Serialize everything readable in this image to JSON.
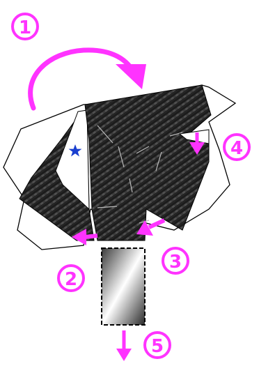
{
  "diagram": {
    "colors": {
      "accent": "#ff33ff",
      "accent_dark": "#cc00cc",
      "carbon_dark": "#1c1c1c",
      "carbon_light": "#4a4a4a",
      "outline": "#000000",
      "star": "#1a3fcf",
      "crease": "#bdbdbd"
    },
    "steps": [
      {
        "number": "1",
        "icon": "curved-arrow-icon"
      },
      {
        "number": "2",
        "icon": "arrow-left-icon"
      },
      {
        "number": "3",
        "icon": "arrow-left-icon"
      },
      {
        "number": "4",
        "icon": "arrow-down-icon"
      },
      {
        "number": "5",
        "icon": "arrow-down-icon"
      }
    ],
    "marker": {
      "icon": "star-icon"
    }
  }
}
